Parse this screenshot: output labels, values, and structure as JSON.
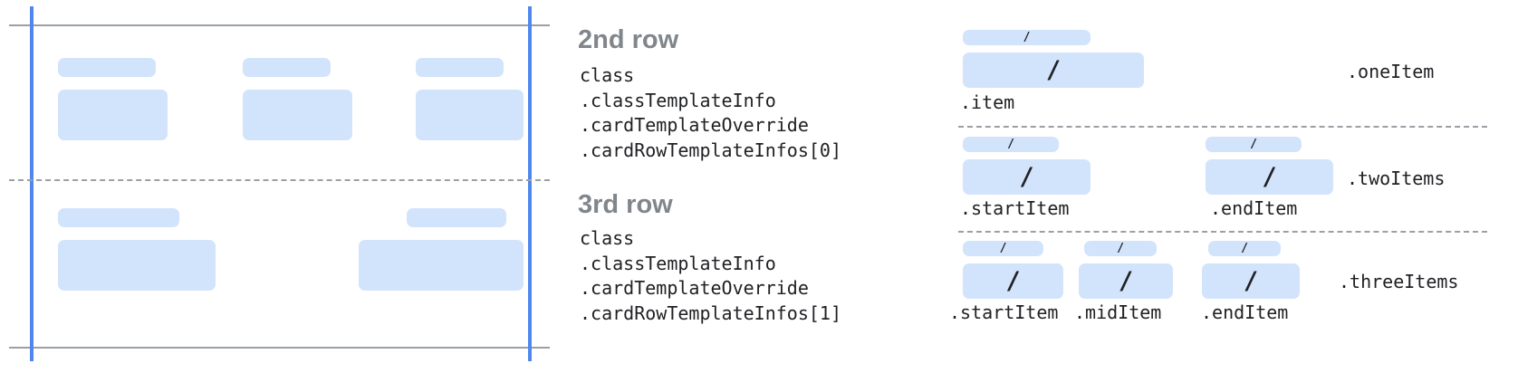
{
  "colors": {
    "block_blue": "#d2e3fc",
    "line_blue": "#4f87ee",
    "line_gray": "#9aa0a6",
    "heading_gray": "#80868b",
    "code_dark": "#202124"
  },
  "annotations": [
    {
      "heading": "2nd row",
      "code_lines": [
        "class",
        ".classTemplateInfo",
        ".cardTemplateOverride",
        ".cardRowTemplateInfos[0]"
      ]
    },
    {
      "heading": "3rd row",
      "code_lines": [
        "class",
        ".classTemplateInfo",
        ".cardTemplateOverride",
        ".cardRowTemplateInfos[1]"
      ]
    }
  ],
  "templates": {
    "slash": "/",
    "one_item": {
      "name": ".oneItem",
      "item_labels": [
        ".item"
      ]
    },
    "two_items": {
      "name": ".twoItems",
      "item_labels": [
        ".startItem",
        ".endItem"
      ]
    },
    "three_items": {
      "name": ".threeItems",
      "item_labels": [
        ".startItem",
        ".midItem",
        ".endItem"
      ]
    }
  }
}
